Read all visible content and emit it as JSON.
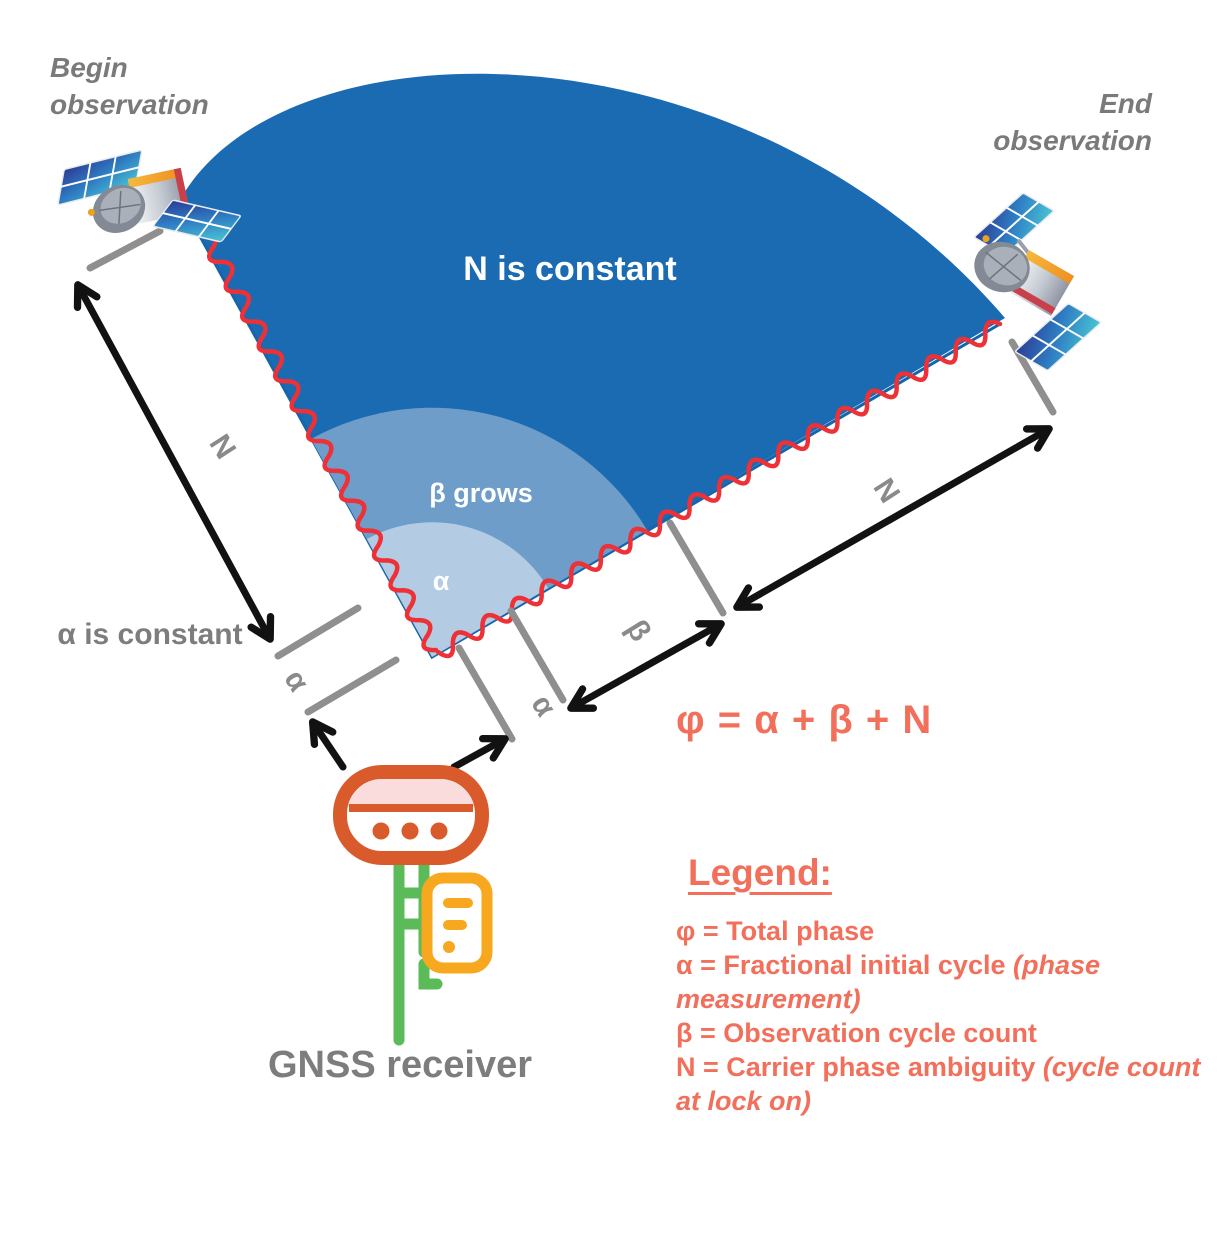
{
  "annotations": {
    "begin_observation": "Begin observation",
    "end_observation": "End observation",
    "alpha_is_constant": "α is constant",
    "gnss_receiver": "GNSS receiver"
  },
  "fan": {
    "n_sector_label": "N is constant",
    "beta_sector_label": "β grows",
    "alpha_sector_label": "α"
  },
  "measurements": {
    "left_n": "N",
    "left_alpha": "α",
    "right_alpha": "α",
    "right_beta": "β",
    "right_n": "N"
  },
  "formula": "φ = α + β + N",
  "legend": {
    "title": "Legend:",
    "entries": [
      {
        "text": "φ = Total phase",
        "italic": ""
      },
      {
        "text": "α = Fractional initial cycle ",
        "italic": "(phase measurement)"
      },
      {
        "text": "β = Observation cycle count",
        "italic": ""
      },
      {
        "text": "N = Carrier phase ambiguity ",
        "italic": "(cycle count at lock on)"
      }
    ]
  },
  "colors": {
    "sector_n": "#1A6BB2",
    "sector_beta": "#6F9DC9",
    "sector_alpha": "#B3CBE3",
    "carrier_wave": "#ED3136",
    "accent_orange": "#F2705B",
    "text_gray": "#7D7D7D",
    "tick_gray": "#8F8F8F",
    "arrow_black": "#121212",
    "receiver_orange": "#D95B2B",
    "receiver_green": "#5CBB59",
    "receiver_yellow": "#F7A81E"
  }
}
